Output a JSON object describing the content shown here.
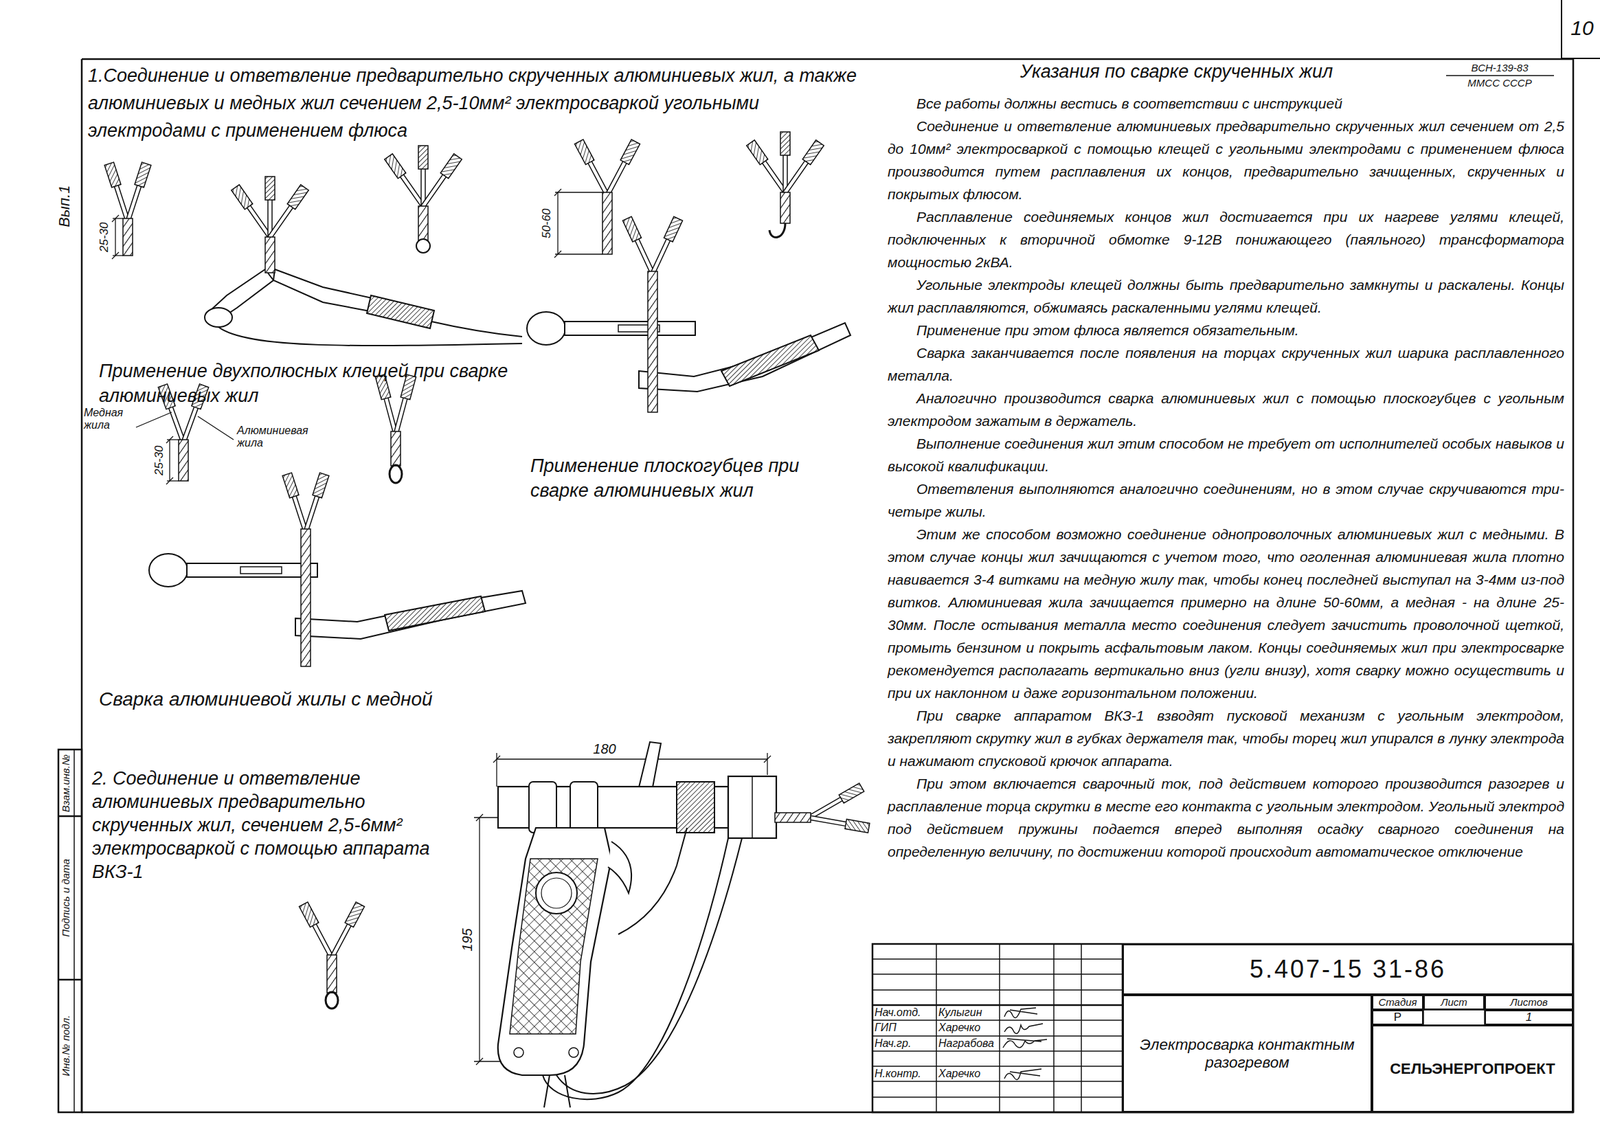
{
  "diagram": {
    "nodes": [
      {
        "text": [
          "5.407-15 31-86"
        ]
      },
      {
        "text": [
          "Электросварка контактным разогревом"
        ]
      },
      {
        "text": [
          "Стадия"
        ]
      },
      {
        "text": [
          "Лист"
        ]
      },
      {
        "text": [
          "Листов"
        ]
      },
      {
        "text": [
          "Р"
        ]
      },
      {
        "text": [
          "1"
        ]
      },
      {
        "text": [
          "СЕЛЬЭНЕРГОПРОЕКТ"
        ]
      },
      {
        "text": [
          "10"
        ]
      }
    ],
    "labels": [
      "1.Соединение и ответвление предварительно скрученных алюминиевых жил, а также алюминиевых и медных жил сечением 2,5-10мм² электросваркой угольными электродами с применением флюса",
      "Вып.1",
      "25-30",
      "50-60",
      "Применение двухполюсных клещей при сварке алюминиевых жил",
      "Медная жила",
      "Алюминиевая жила",
      "25-30",
      "Применение плоскогубцев при сварке алюминиевых жил",
      "Сварка алюминиевой жилы с медной",
      "2. Соединение и ответвление алюминиевых предварительно скрученных жил, сечением 2,5-6мм² электросваркой с помощью аппарата ВКЗ-1",
      "180",
      "195",
      "Указания по сварке скрученных жил",
      "ВСН-139-83",
      "ММСС СССР",
      "Все работы должны вестись в соответствии с инструкцией",
      "Соединение и ответвление алюминиевых предварительно скрученных жил сечением от 2,5 до 10мм² электросваркой с помощью клещей с угольными электродами с применением флюса производится путем расплавления их концов, предварительно зачищенных, скрученных и покрытых флюсом.",
      "Расплавление соединяемых концов жил достигается при их нагреве углями клещей, подключенных к вторичной обмотке 9-12В понижающего (паяльного) трансформатора мощностью 2кВА.",
      "Угольные электроды клещей должны быть предварительно замкнуты и раскалены. Концы жил расплавляются, обжимаясь раскаленными углями клещей.",
      "Применение при этом флюса является обязательным.",
      "Сварка заканчивается после появления на торцах скрученных жил шарика расплавленного металла.",
      "Аналогично производится сварка алюминиевых жил с помощью плоскогубцев с угольным электродом зажатым в держатель.",
      "Выполнение соединения жил этим способом не требует от исполнителей особых навыков и высокой квалификации.",
      "Ответвления выполняются аналогично соединениям, но в этом случае скручиваются три-четыре жилы.",
      "Этим же способом возможно соединение однопроволочных алюминиевых жил с медными. В этом случае концы жил зачищаются с учетом того, что оголенная алюминиевая жила плотно навивается 3-4 витками на медную жилу так, чтобы конец последней выступал на 3-4мм из-под витков. Алюминиевая жила зачищается примерно на длине 50-60мм, а медная - на длине 25-30мм. После остывания металла место соединения следует зачистить проволочной щеткой, промыть бензином и покрыть асфальтовым лаком. Концы соединяемых жил при электросварке рекомендуется располагать вертикально вниз (угли внизу), хотя сварку можно осуществить и при их наклонном и даже горизонтальном положении.",
      "При сварке аппаратом ВКЗ-1 взводят пусковой механизм с угольным электродом, закрепляют скрутку жил в губках держателя так, чтобы торец жил упирался в лунку электрода и нажимают спусковой крючок аппарата.",
      "При этом включается сварочный ток, под действием которого производится разогрев и расплавление торца скрутки в месте его контакта с угольным электродом. Угольный электрод под действием пружины подается вперед выполняя осадку сварного соединения на определенную величину, по достижении которой происходит автоматическое отключение",
      "Нач.отд.",
      "Кулыгин",
      "ГИП",
      "Харечко",
      "Нач.гр.",
      "Награбова",
      "Н.контр.",
      "Харечко",
      "Взам.инв.№",
      "Подпись и дата",
      "Инв.№ подл."
    ]
  }
}
